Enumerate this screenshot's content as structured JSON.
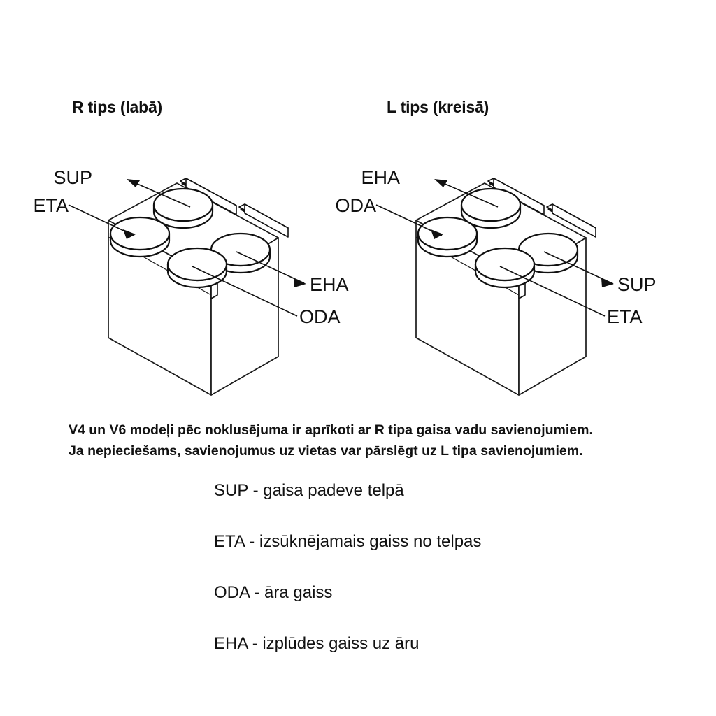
{
  "diagrams": [
    {
      "id": "r-type",
      "title": "R tips (labā)",
      "labels": {
        "top_left_upper": "SUP",
        "top_left_lower": "ETA",
        "right_upper": "EHA",
        "right_lower": "ODA"
      }
    },
    {
      "id": "l-type",
      "title": "L tips (kreisā)",
      "labels": {
        "top_left_upper": "EHA",
        "top_left_lower": "ODA",
        "right_upper": "SUP",
        "right_lower": "ETA"
      }
    }
  ],
  "note": {
    "line1": "V4 un V6 modeļi pēc noklusējuma ir aprīkoti ar R tipa gaisa vadu savienojumiem.",
    "line2": "Ja nepieciešams, savienojumus uz vietas var pārslēgt uz L tipa savienojumiem."
  },
  "legend": [
    "SUP - gaisa padeve telpā",
    "ETA - izsūknējamais gaiss no telpas",
    "ODA - āra gaiss",
    "EHA - izplūdes gaiss uz āru"
  ],
  "colors": {
    "ink": "#111111",
    "background": "#ffffff"
  }
}
